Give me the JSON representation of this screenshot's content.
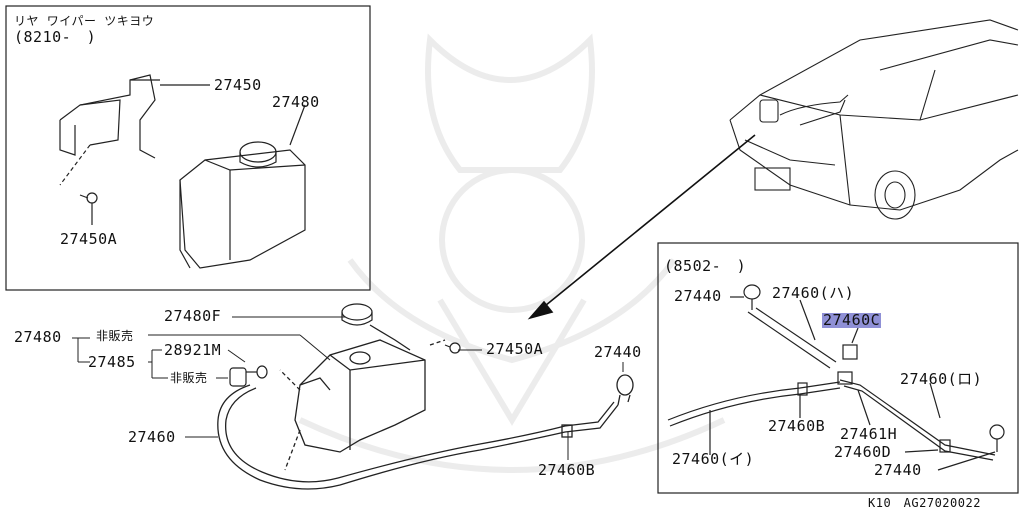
{
  "inset_top_left": {
    "title": "リヤ ワイパー ツキヨウ",
    "subtitle": "(8210-　)",
    "parts": {
      "bracket": "27450",
      "tank": "27480",
      "bolt": "27450A"
    }
  },
  "main": {
    "parts": {
      "cap": "27480F",
      "tank": "27480",
      "not_for_sale_1": "非販売",
      "assembly": "27485",
      "motor": "28921M",
      "not_for_sale_2": "非販売",
      "bolt": "27450A",
      "nozzle": "27440",
      "hose": "27460",
      "clip": "27460B"
    }
  },
  "inset_bottom_right": {
    "title": "(8502-　)",
    "parts": {
      "nozzle_1": "27440",
      "hose_ha": "27460(ハ)",
      "valve": "27460C",
      "hose_ro": "27460(ロ)",
      "clip": "27460B",
      "joint": "27461H",
      "hose_i": "27460(イ)",
      "clip_d": "27460D",
      "nozzle_2": "27440"
    }
  },
  "footer": {
    "code": "K10　AG27020022"
  }
}
